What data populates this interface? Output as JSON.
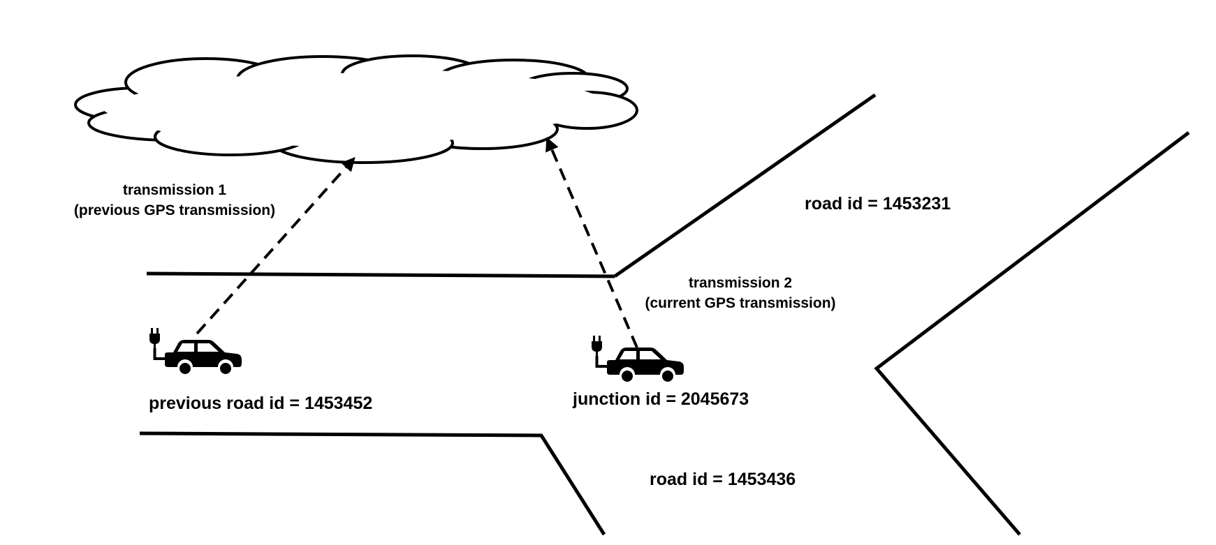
{
  "transmission_1": {
    "title": "transmission 1",
    "subtitle": "(previous GPS transmission)"
  },
  "transmission_2": {
    "title": "transmission 2",
    "subtitle": "(current GPS transmission)"
  },
  "labels": {
    "road_upper_right": "road id = 1453231",
    "previous_road": "previous road id = 1453452",
    "junction": "junction id = 2045673",
    "road_lower": "road id = 1453436"
  },
  "icons": {
    "cloud": "cloud-icon",
    "vehicle": "electric-car-icon"
  },
  "colors": {
    "ink": "#000000",
    "background": "#ffffff"
  }
}
